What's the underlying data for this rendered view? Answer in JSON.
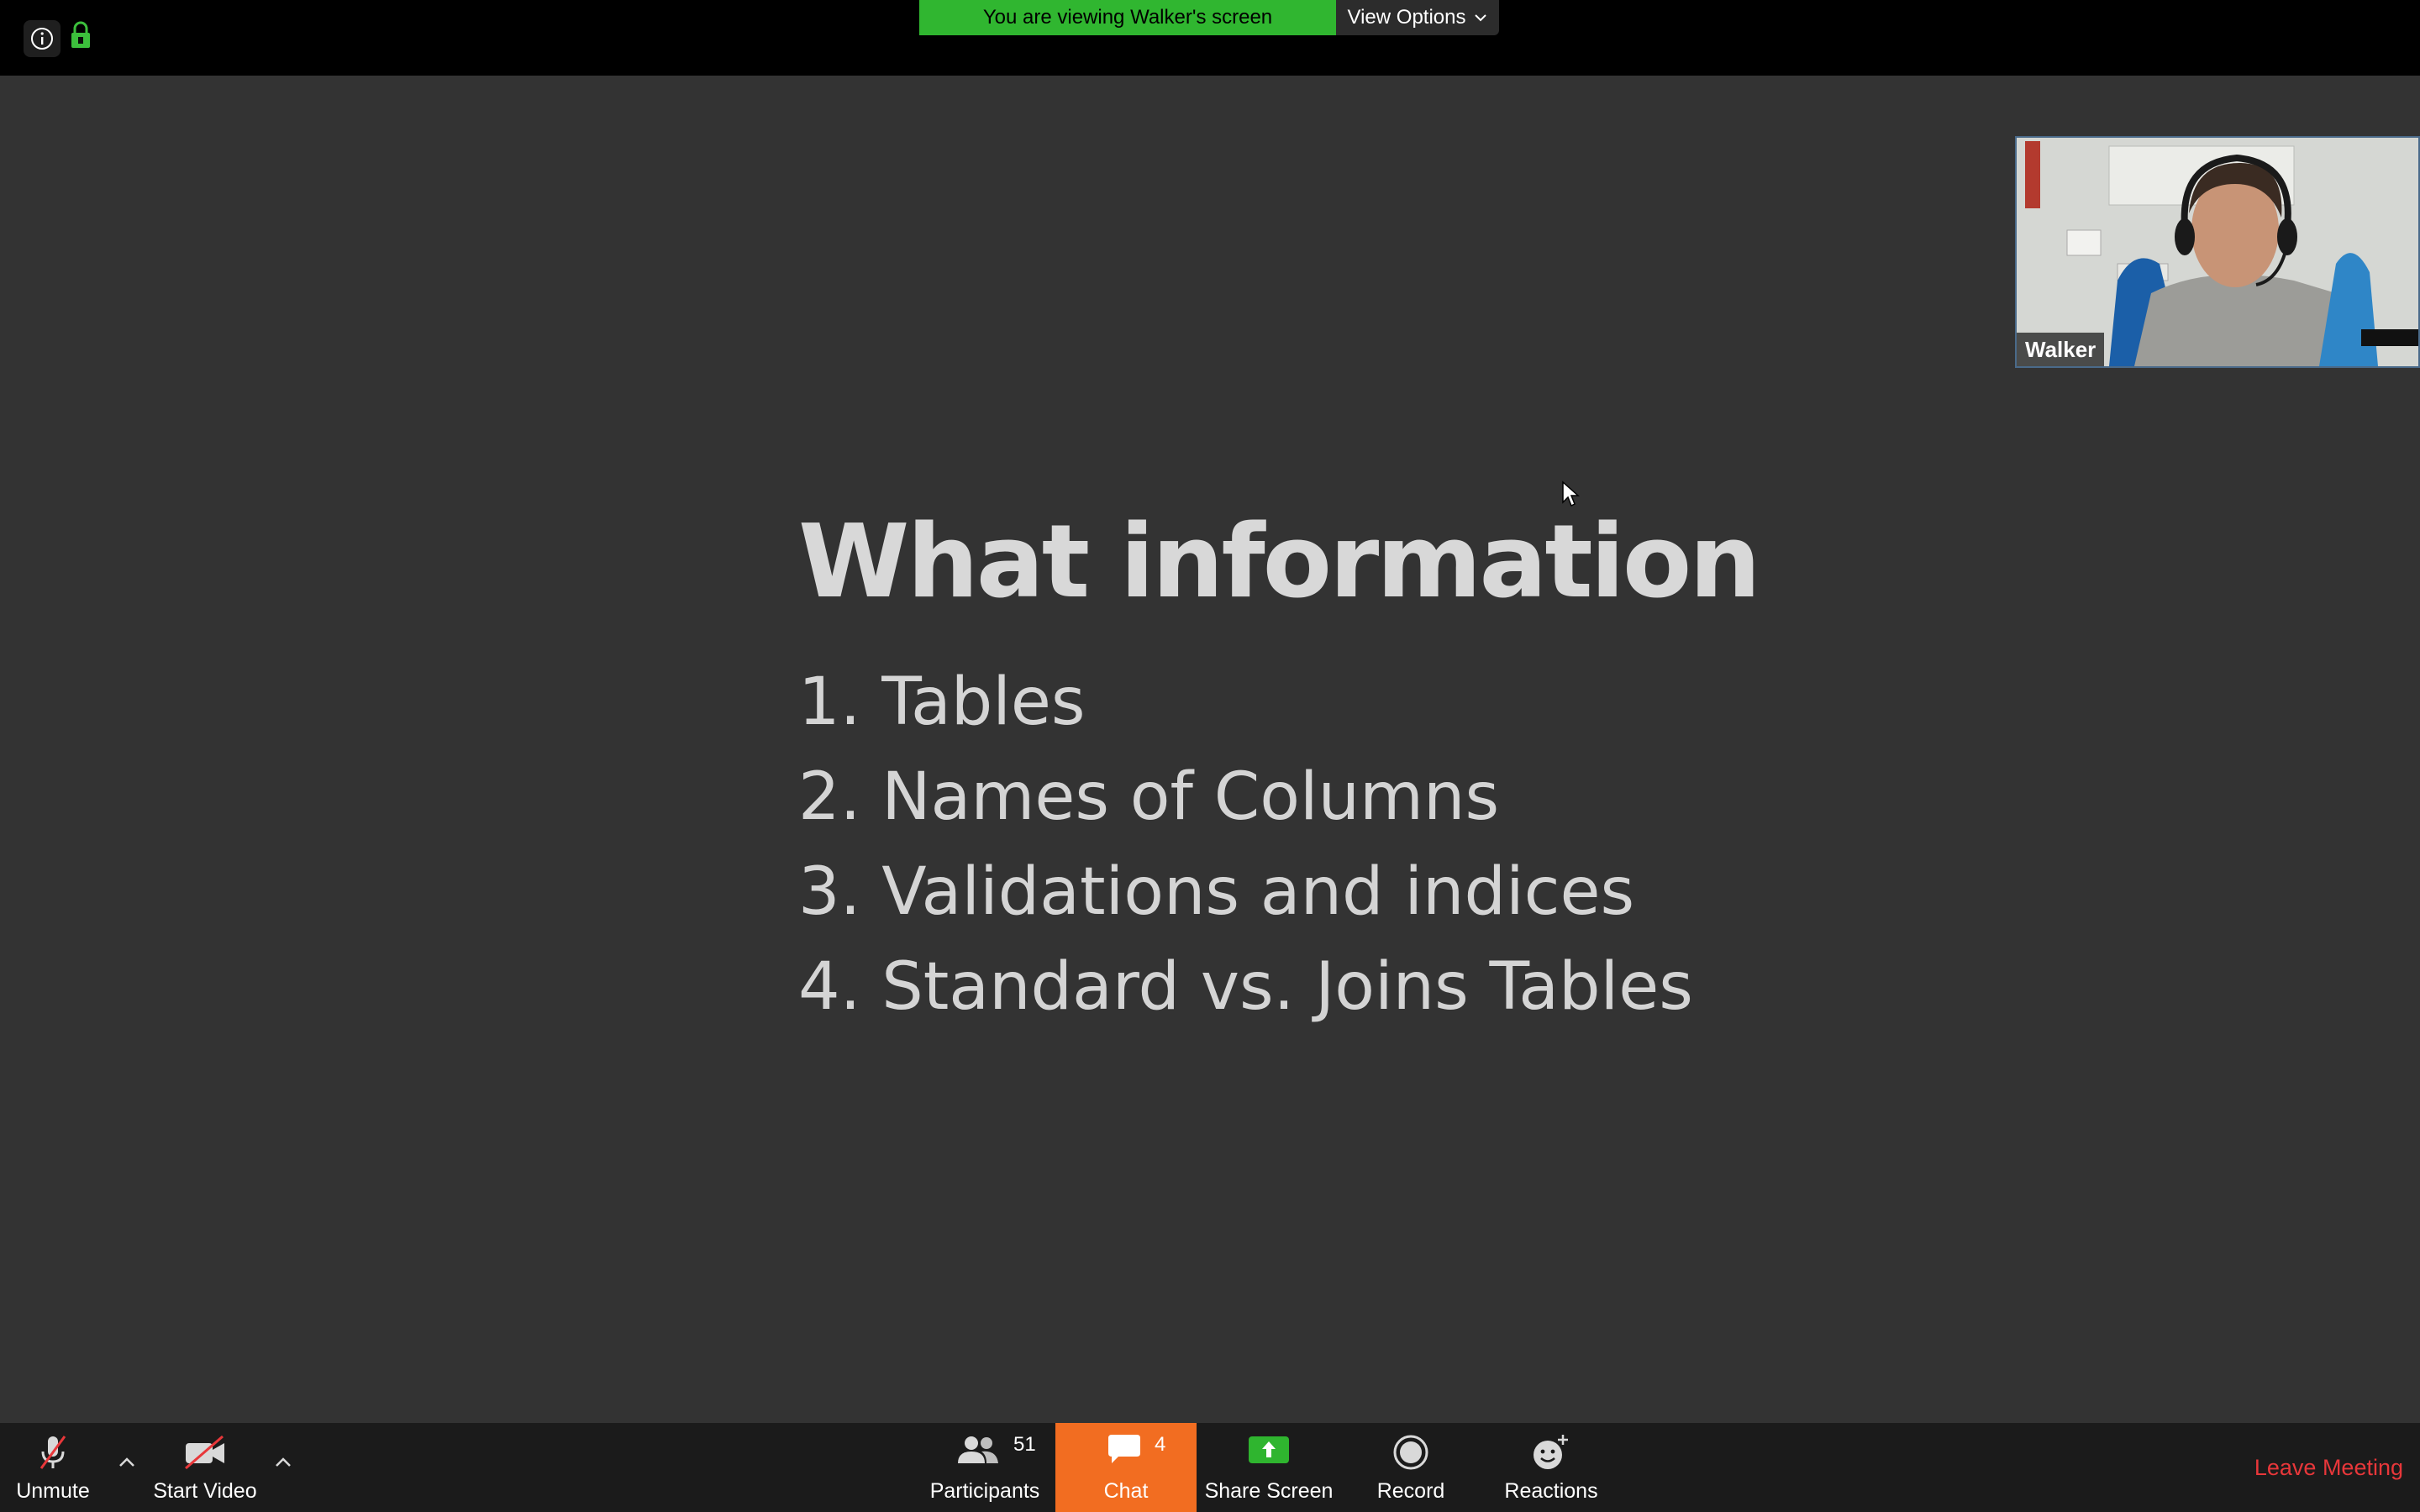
{
  "topbar": {
    "banner_text": "You are viewing Walker's screen",
    "view_options_label": "View Options",
    "info_icon": "info-icon",
    "lock_icon": "encryption-lock-icon"
  },
  "slide": {
    "title": "What information",
    "items": [
      "1. Tables",
      "2. Names of Columns",
      "3. Validations and indices",
      "4. Standard vs. Joins Tables"
    ]
  },
  "video": {
    "participant_name": "Walker"
  },
  "toolbar": {
    "unmute_label": "Unmute",
    "start_video_label": "Start Video",
    "participants_label": "Participants",
    "participants_count": "51",
    "chat_label": "Chat",
    "chat_count": "4",
    "share_screen_label": "Share Screen",
    "record_label": "Record",
    "reactions_label": "Reactions",
    "leave_label": "Leave Meeting"
  },
  "colors": {
    "banner_green": "#30b630",
    "chat_orange": "#f26d21",
    "leave_red": "#e8373a",
    "share_green": "#2fb52f"
  }
}
